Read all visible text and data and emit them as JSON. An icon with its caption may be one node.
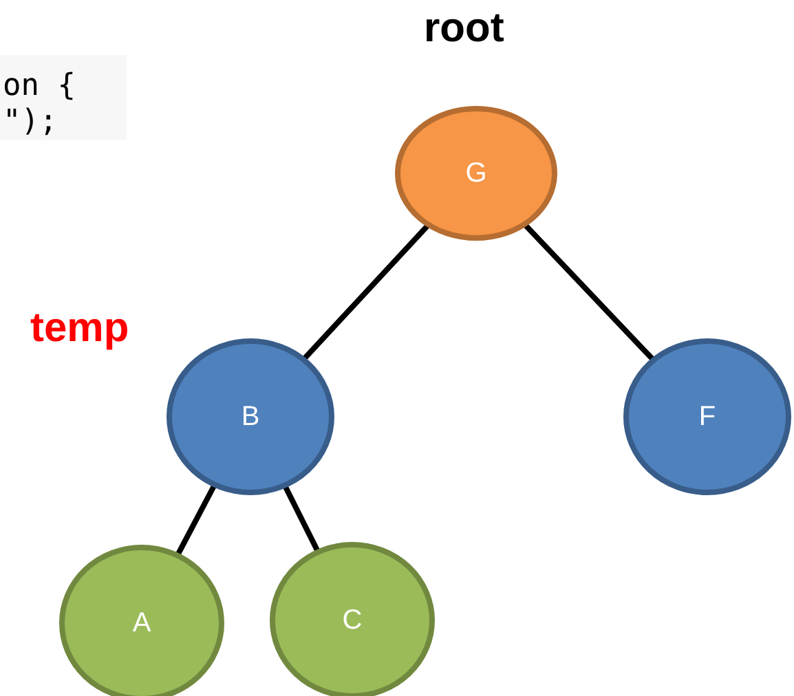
{
  "diagram": {
    "nodes": [
      {
        "text": [
          "G"
        ],
        "beside": [
          "root"
        ]
      },
      {
        "text": [
          "B"
        ],
        "beside": [
          "temp"
        ]
      },
      {
        "text": [
          "F"
        ]
      },
      {
        "text": [
          "A"
        ]
      },
      {
        "text": [
          "C"
        ]
      }
    ],
    "edges": [
      {
        "from": 0,
        "to": 1,
        "arrow": "none"
      },
      {
        "from": 0,
        "to": 2,
        "arrow": "none"
      },
      {
        "from": 1,
        "to": 3,
        "arrow": "none"
      },
      {
        "from": 1,
        "to": 4,
        "arrow": "none"
      }
    ],
    "labels": [
      "on {",
      "\");"
    ]
  }
}
